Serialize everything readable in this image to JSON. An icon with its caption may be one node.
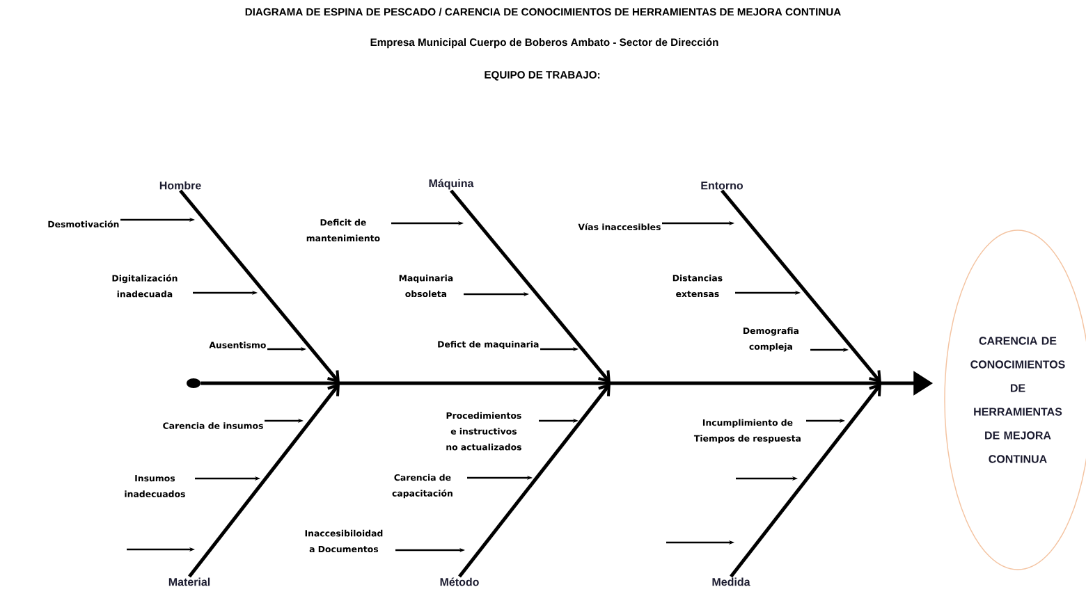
{
  "diagram": {
    "title": "DIAGRAMA DE ESPINA DE PESCADO / CARENCIA DE CONOCIMIENTOS DE HERRAMIENTAS DE MEJORA CONTINUA",
    "nodes": [
      {
        "text": [
          "Hombre"
        ]
      },
      {
        "text": [
          "Máquina"
        ]
      },
      {
        "text": [
          "Entorno"
        ]
      },
      {
        "text": [
          "Material"
        ]
      },
      {
        "text": [
          "Método"
        ]
      },
      {
        "text": [
          "Medida"
        ]
      },
      {
        "text": [
          "Desmotivación"
        ]
      },
      {
        "text": [
          "Digitalización inadecuada"
        ]
      },
      {
        "text": [
          "Ausentismo"
        ]
      },
      {
        "text": [
          "Deficit de mantenimiento"
        ]
      },
      {
        "text": [
          "Maquinaria obsoleta"
        ]
      },
      {
        "text": [
          "Defict de maquinaria"
        ]
      },
      {
        "text": [
          "Vías inaccesibles"
        ]
      },
      {
        "text": [
          "Distancias extensas"
        ]
      },
      {
        "text": [
          "Demografia compleja"
        ]
      },
      {
        "text": [
          "Carencia de insumos"
        ]
      },
      {
        "text": [
          "Insumos inadecuados"
        ]
      },
      {
        "text": [
          "Procedimientos e instructivos no actualizados"
        ]
      },
      {
        "text": [
          "Carencia de capacitación"
        ]
      },
      {
        "text": [
          "Inaccesibiloidad a Documentos"
        ]
      },
      {
        "text": [
          "Incumplimiento de Tiempos de respuesta"
        ]
      },
      {
        "text": [],
        "shape": "circle"
      },
      {
        "text": [
          "CARENCIA DE CONOCIMIENTOS DE HERRAMIENTAS DE MEJORA CONTINUA"
        ]
      }
    ],
    "edges": [
      {
        "from": 0,
        "to": null,
        "arrow": "to",
        "style": "thick"
      },
      {
        "from": 1,
        "to": null,
        "arrow": "to",
        "style": "thick"
      },
      {
        "from": 2,
        "to": null,
        "arrow": "to",
        "style": "thick"
      },
      {
        "from": 3,
        "to": null,
        "arrow": "to",
        "style": "thick"
      },
      {
        "from": 4,
        "to": null,
        "arrow": "to",
        "style": "thick"
      },
      {
        "from": 5,
        "to": null,
        "arrow": "to",
        "style": "thick"
      },
      {
        "from": 6,
        "to": null,
        "arrow": "to"
      },
      {
        "from": 7,
        "to": null,
        "arrow": "to"
      },
      {
        "from": 8,
        "to": null,
        "arrow": "to"
      },
      {
        "from": 9,
        "to": null,
        "arrow": "to"
      },
      {
        "from": 10,
        "to": null,
        "arrow": "to"
      },
      {
        "from": 11,
        "to": null,
        "arrow": "to"
      },
      {
        "from": 12,
        "to": null,
        "arrow": "to"
      },
      {
        "from": 13,
        "to": null,
        "arrow": "to"
      },
      {
        "from": 14,
        "to": null,
        "arrow": "to"
      },
      {
        "from": 15,
        "to": null,
        "arrow": "to"
      },
      {
        "from": 16,
        "to": null,
        "arrow": "to"
      },
      {
        "from": 17,
        "to": null,
        "arrow": "to"
      },
      {
        "from": 18,
        "to": null,
        "arrow": "to"
      },
      {
        "from": 19,
        "to": null,
        "arrow": "to"
      },
      {
        "from": 20,
        "to": null,
        "arrow": "to"
      },
      {
        "from": 21,
        "to": 22,
        "arrow": "to",
        "style": "thick"
      }
    ],
    "labels": [
      "Empresa Municipal Cuerpo de Boberos Ambato - Sector de Dirección",
      "EQUIPO DE TRABAJO:"
    ]
  }
}
